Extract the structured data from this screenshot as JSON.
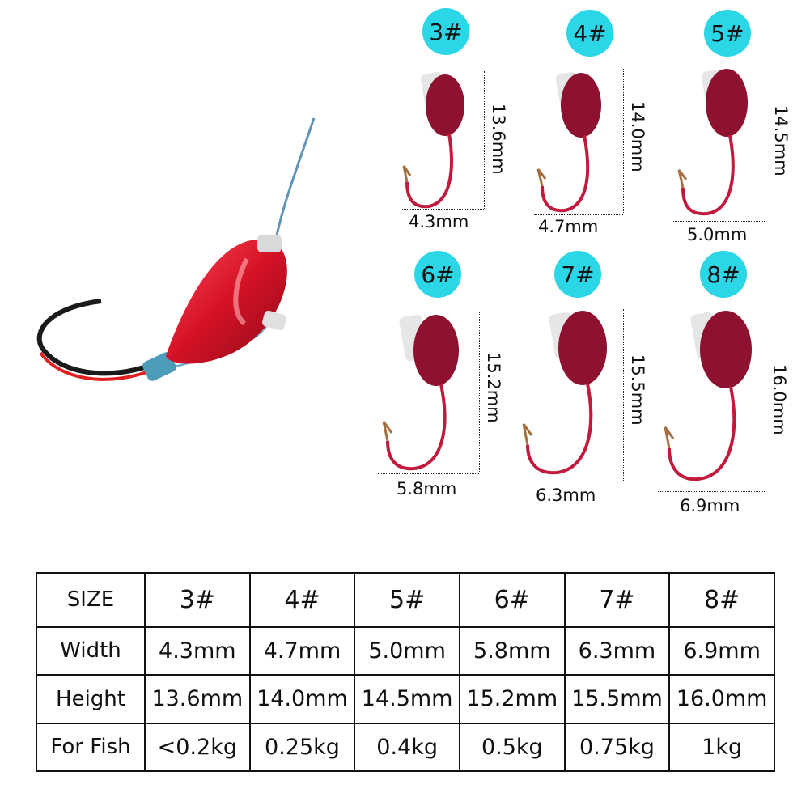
{
  "variants": [
    {
      "size": "3#",
      "height": "13.6mm",
      "width": "4.3mm"
    },
    {
      "size": "4#",
      "height": "14.0mm",
      "width": "4.7mm"
    },
    {
      "size": "5#",
      "height": "14.5mm",
      "width": "5.0mm"
    },
    {
      "size": "6#",
      "height": "15.2mm",
      "width": "5.8mm"
    },
    {
      "size": "7#",
      "height": "15.5mm",
      "width": "6.3mm"
    },
    {
      "size": "8#",
      "height": "16.0mm",
      "width": "6.9mm"
    }
  ],
  "table": {
    "header_label": "SIZE",
    "sizes": [
      "3#",
      "4#",
      "5#",
      "6#",
      "7#",
      "8#"
    ],
    "rows": [
      {
        "label": "Width",
        "values": [
          "4.3mm",
          "4.7mm",
          "5.0mm",
          "5.8mm",
          "6.3mm",
          "6.9mm"
        ]
      },
      {
        "label": "Height",
        "values": [
          "13.6mm",
          "14.0mm",
          "14.5mm",
          "15.2mm",
          "15.5mm",
          "16.0mm"
        ]
      },
      {
        "label": "For Fish",
        "values": [
          "<0.2kg",
          "0.25kg",
          "0.4kg",
          "0.5kg",
          "0.75kg",
          "1kg"
        ]
      }
    ]
  },
  "colors": {
    "badge": "#2bd6e6",
    "jig_body": "#8e1230",
    "hook": "#c21a3c",
    "hero_body": "#d41226"
  }
}
